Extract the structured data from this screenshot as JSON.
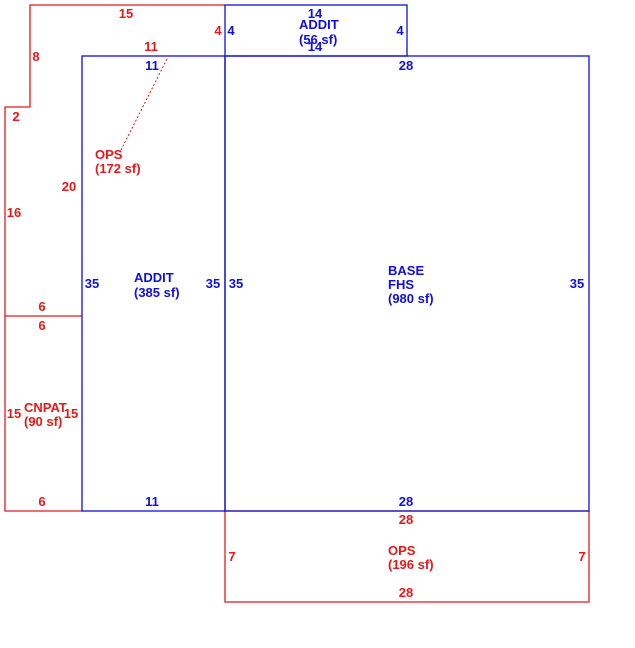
{
  "colors": {
    "red": "#e11a1a",
    "blue": "#1010d8",
    "background": "#ffffff"
  },
  "areas": {
    "addit_top": {
      "name": "ADDIT",
      "area": "(56 sf)"
    },
    "ops_upper": {
      "name": "OPS",
      "area": "(172 sf)"
    },
    "addit_left": {
      "name": "ADDIT",
      "area": "(385 sf)"
    },
    "base": {
      "name": "BASE",
      "name2": "FHS",
      "area": "(980 sf)"
    },
    "cnpat": {
      "name": "CNPAT",
      "area": "(90 sf)"
    },
    "ops_lower": {
      "name": "OPS",
      "area": "(196 sf)"
    }
  },
  "dims": {
    "ops_top": "15",
    "ops_top_right": "4",
    "ops_upper_left": "8",
    "ops_step": "2",
    "ops_left": "16",
    "ops_inner_top": "11",
    "ops_inner_left": "20",
    "addit_top_top": "14",
    "addit_top_bottom": "14",
    "addit_top_left": "4",
    "addit_top_right": "4",
    "addit_left_top": "11",
    "addit_left_left": "35",
    "addit_left_right": "35",
    "addit_left_bottom": "11",
    "base_top": "28",
    "base_left": "35",
    "base_right": "35",
    "base_bottom": "28",
    "cnpat_top_upper": "6",
    "cnpat_top_lower": "6",
    "cnpat_left": "15",
    "cnpat_right": "15",
    "cnpat_bottom": "6",
    "ops_lower_top": "28",
    "ops_lower_left": "7",
    "ops_lower_right": "7",
    "ops_lower_bottom": "28"
  }
}
